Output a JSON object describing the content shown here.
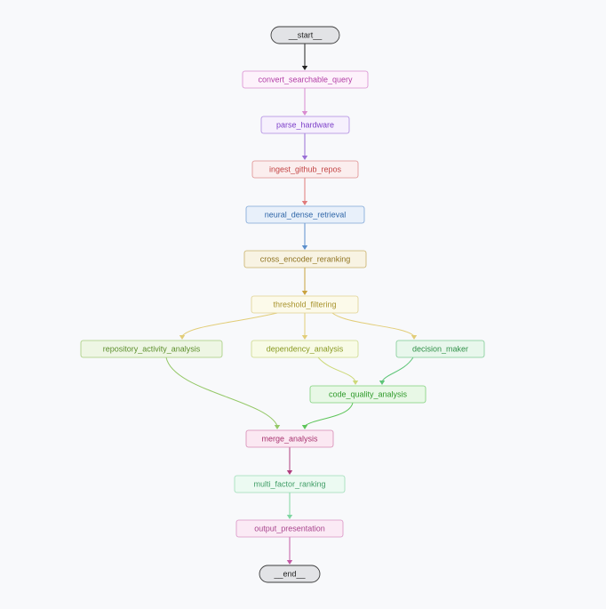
{
  "diagram": {
    "nodes": [
      {
        "id": "start",
        "label": "__start__",
        "fill": "#e2e3e6",
        "stroke": "#3c3c3c",
        "text": "#1f1f1f",
        "shape": "pill"
      },
      {
        "id": "convert_searchable_query",
        "label": "convert_searchable_query",
        "fill": "#fdf2fb",
        "stroke": "#d98bd0",
        "text": "#b23ea6",
        "shape": "rect"
      },
      {
        "id": "parse_hardware",
        "label": "parse_hardware",
        "fill": "#f6f0fd",
        "stroke": "#ad88e0",
        "text": "#7c3fc8",
        "shape": "rect"
      },
      {
        "id": "ingest_github_repos",
        "label": "ingest_github_repos",
        "fill": "#fbeeee",
        "stroke": "#de8f8f",
        "text": "#c34444",
        "shape": "rect"
      },
      {
        "id": "neural_dense_retrieval",
        "label": "neural_dense_retrieval",
        "fill": "#e8f0fa",
        "stroke": "#7ca5d6",
        "text": "#2f66a8",
        "shape": "rect"
      },
      {
        "id": "cross_encoder_reranking",
        "label": "cross_encoder_reranking",
        "fill": "#f8f3e3",
        "stroke": "#c9b068",
        "text": "#8f7320",
        "shape": "rect"
      },
      {
        "id": "threshold_filtering",
        "label": "threshold_filtering",
        "fill": "#fcfaea",
        "stroke": "#dfd190",
        "text": "#a8932c",
        "shape": "rect"
      },
      {
        "id": "repository_activity_analysis",
        "label": "repository_activity_analysis",
        "fill": "#eef6e4",
        "stroke": "#a5cc7c",
        "text": "#5c8f2c",
        "shape": "rect"
      },
      {
        "id": "dependency_analysis",
        "label": "dependency_analysis",
        "fill": "#f8fbe6",
        "stroke": "#ccd98a",
        "text": "#8a9a22",
        "shape": "rect"
      },
      {
        "id": "decision_maker",
        "label": "decision_maker",
        "fill": "#e8f7ec",
        "stroke": "#7fcb94",
        "text": "#2f9048",
        "shape": "rect"
      },
      {
        "id": "code_quality_analysis",
        "label": "code_quality_analysis",
        "fill": "#e8f8e6",
        "stroke": "#7ed079",
        "text": "#2e9a2a",
        "shape": "rect"
      },
      {
        "id": "merge_analysis",
        "label": "merge_analysis",
        "fill": "#fbe8f2",
        "stroke": "#d689b3",
        "text": "#a8336f",
        "shape": "rect"
      },
      {
        "id": "multi_factor_ranking",
        "label": "multi_factor_ranking",
        "fill": "#ecfaf2",
        "stroke": "#9cdcb6",
        "text": "#3f9d66",
        "shape": "rect"
      },
      {
        "id": "output_presentation",
        "label": "output_presentation",
        "fill": "#fbeaf5",
        "stroke": "#d992c4",
        "text": "#a9468e",
        "shape": "rect"
      },
      {
        "id": "end",
        "label": "__end__",
        "fill": "#e2e3e6",
        "stroke": "#3c3c3c",
        "text": "#1f1f1f",
        "shape": "pill"
      }
    ],
    "edges": [
      {
        "from": "start",
        "to": "convert_searchable_query",
        "color": "#222222"
      },
      {
        "from": "convert_searchable_query",
        "to": "parse_hardware",
        "color": "#d98bd0"
      },
      {
        "from": "parse_hardware",
        "to": "ingest_github_repos",
        "color": "#9a6fd6"
      },
      {
        "from": "ingest_github_repos",
        "to": "neural_dense_retrieval",
        "color": "#e07a7a"
      },
      {
        "from": "neural_dense_retrieval",
        "to": "cross_encoder_reranking",
        "color": "#5b8fcc"
      },
      {
        "from": "cross_encoder_reranking",
        "to": "threshold_filtering",
        "color": "#c9a23e"
      },
      {
        "from": "threshold_filtering",
        "to": "repository_activity_analysis",
        "color": "#e2cd78"
      },
      {
        "from": "threshold_filtering",
        "to": "dependency_analysis",
        "color": "#e2cd78"
      },
      {
        "from": "threshold_filtering",
        "to": "decision_maker",
        "color": "#e2cd78"
      },
      {
        "from": "dependency_analysis",
        "to": "code_quality_analysis",
        "color": "#cdd97a"
      },
      {
        "from": "decision_maker",
        "to": "code_quality_analysis",
        "color": "#5ec578"
      },
      {
        "from": "repository_activity_analysis",
        "to": "merge_analysis",
        "color": "#95c868"
      },
      {
        "from": "code_quality_analysis",
        "to": "merge_analysis",
        "color": "#5ec55a"
      },
      {
        "from": "merge_analysis",
        "to": "multi_factor_ranking",
        "color": "#b03f7f"
      },
      {
        "from": "multi_factor_ranking",
        "to": "output_presentation",
        "color": "#7fd6a2"
      },
      {
        "from": "output_presentation",
        "to": "end",
        "color": "#c45aa6"
      }
    ]
  }
}
